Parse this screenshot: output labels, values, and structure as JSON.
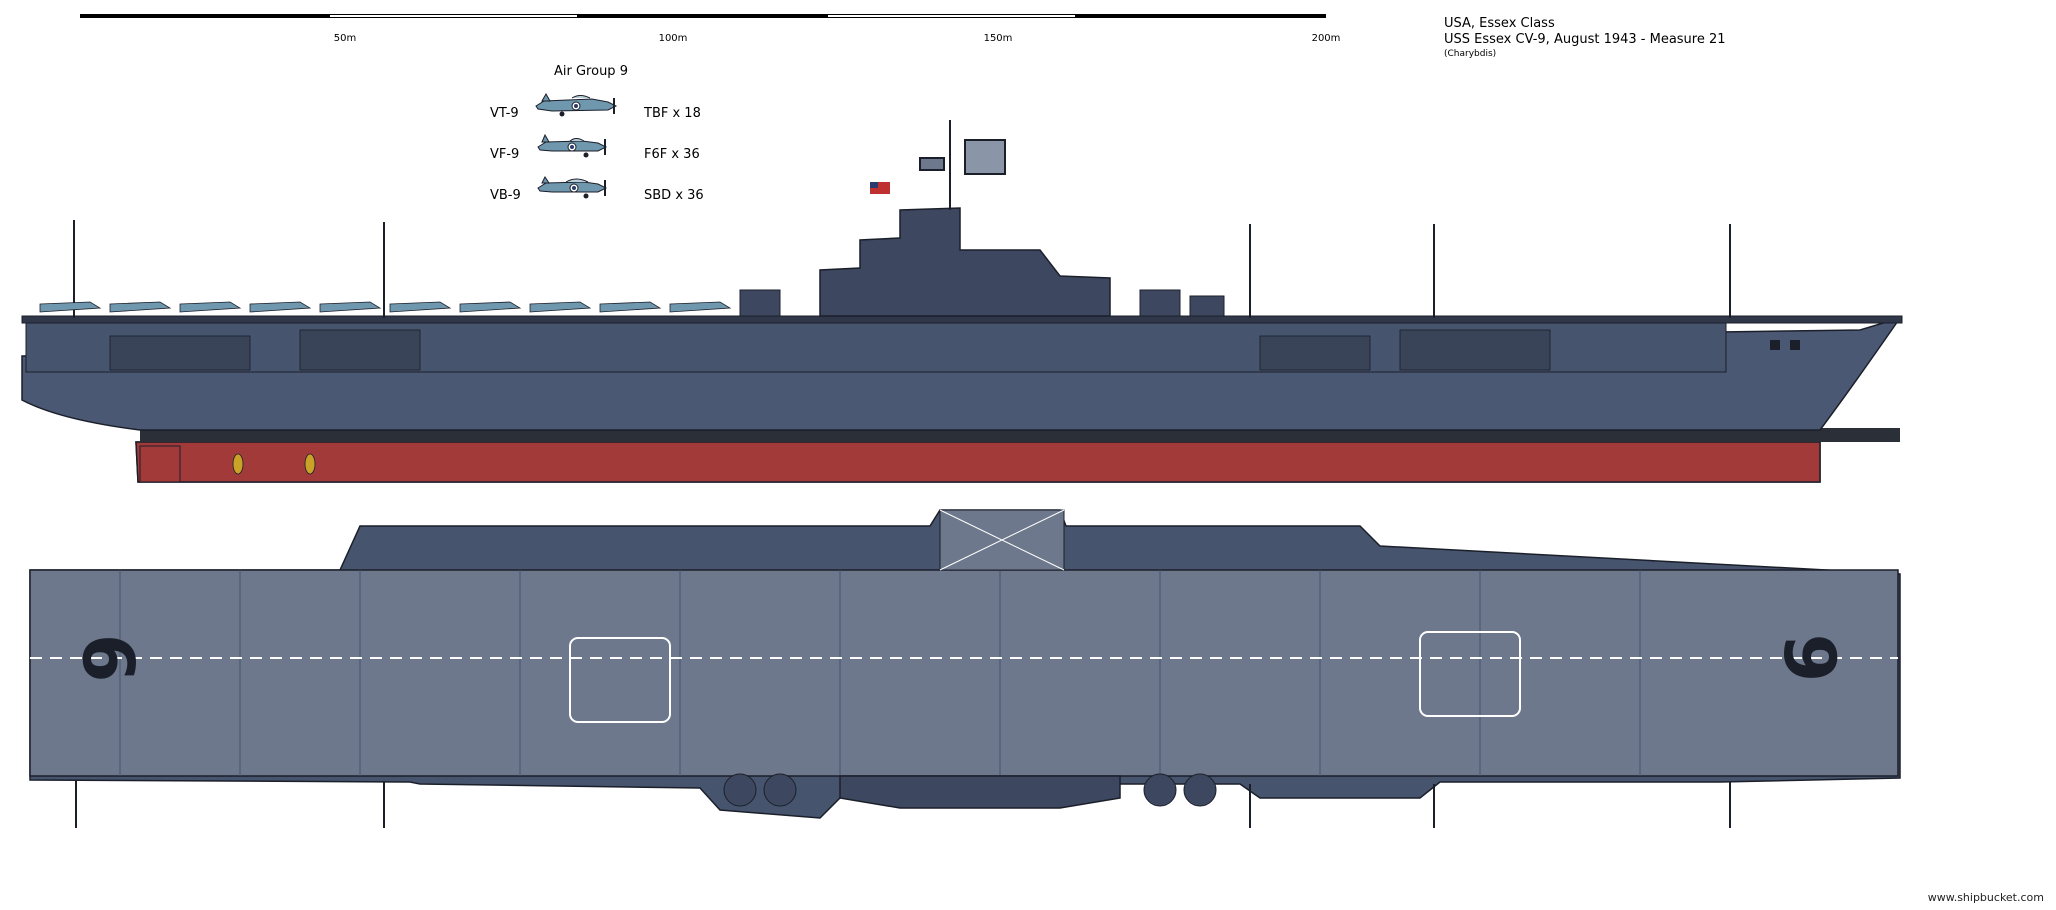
{
  "scale": {
    "labels": [
      "50m",
      "100m",
      "150m",
      "200m"
    ]
  },
  "title": {
    "line1": "USA, Essex Class",
    "line2": "USS Essex CV-9,  August 1943  - Measure 21",
    "line3": "(Charybdis)"
  },
  "air_group": {
    "title": "Air Group 9",
    "squadrons": [
      {
        "code": "VT-9",
        "count": "TBF x 18",
        "icon": "tbf-avenger-icon"
      },
      {
        "code": "VF-9",
        "count": "F6F x 36",
        "icon": "f6f-hellcat-icon"
      },
      {
        "code": "VB-9",
        "count": "SBD x 36",
        "icon": "sbd-dauntless-icon"
      }
    ]
  },
  "ship": {
    "hull_number": "9",
    "colors": {
      "hull_upper": "#4b5873",
      "hull_mid": "#3d4860",
      "bottom_red": "#a33a3a",
      "boot_top": "#2a2f38",
      "deck": "#6d788c",
      "deck_dark": "#46546e",
      "aircraft": "#6f97ad",
      "outline": "#1b1f2a"
    }
  },
  "watermark": "www.shipbucket.com"
}
